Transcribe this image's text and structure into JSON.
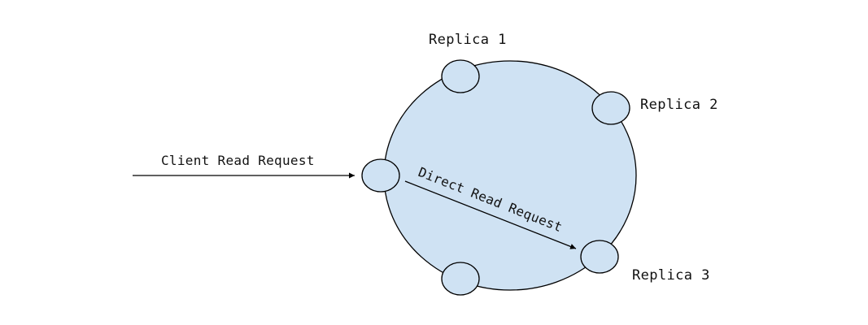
{
  "diagram": {
    "type": "replica-ring",
    "colors": {
      "ring_fill": "#cfe2f3",
      "node_fill": "#cfe2f3",
      "stroke": "#000000",
      "text": "#111111",
      "background": "#ffffff"
    },
    "nodes": [
      {
        "id": "replica-1",
        "label": "Replica 1"
      },
      {
        "id": "replica-2",
        "label": "Replica 2"
      },
      {
        "id": "replica-3",
        "label": "Replica 3"
      },
      {
        "id": "entry-node",
        "label": ""
      },
      {
        "id": "bottom-node",
        "label": ""
      }
    ],
    "edges": [
      {
        "from": "client",
        "to": "entry-node",
        "label": "Client Read Request"
      },
      {
        "from": "entry-node",
        "to": "replica-3",
        "label": "Direct Read Request"
      }
    ]
  }
}
